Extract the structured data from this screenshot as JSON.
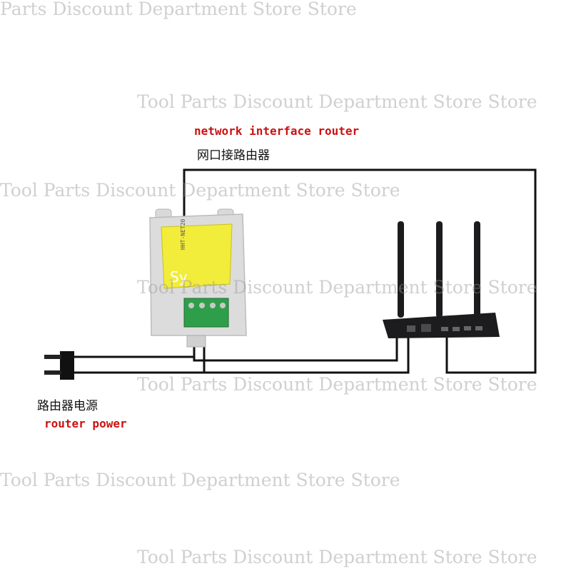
{
  "watermark_text": "Tool Parts Discount Department Store Store",
  "watermark_first_partial": "Parts Discount Department Store Store",
  "labels": {
    "network_en": "network interface router",
    "network_cn": "网口接路由器",
    "power_cn": "路由器电源",
    "power_en": "router power"
  },
  "device": {
    "model_text": "HHT-NET20",
    "brand_text": "Sy"
  },
  "colors": {
    "label_red": "#cc1111",
    "device_yellow": "#f2ec3a",
    "terminal_green": "#2f9e4a",
    "router_body": "#1c1c1e",
    "wire": "#111111"
  }
}
